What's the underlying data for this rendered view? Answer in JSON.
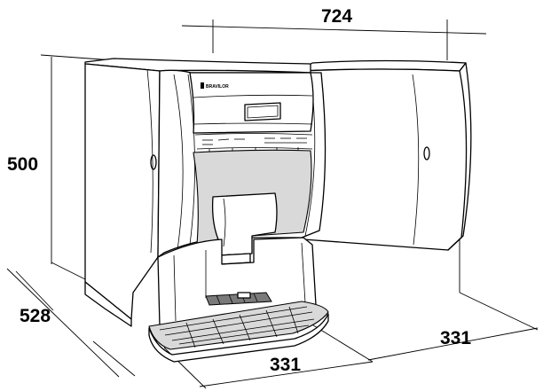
{
  "dimensions": {
    "width_total": "724",
    "height": "500",
    "depth": "528",
    "width_machine": "331",
    "width_unit": "331"
  },
  "logo": {
    "text": "BRAVILOR"
  },
  "colors": {
    "line": "#000000",
    "shade": "#d9d9d9",
    "background": "#ffffff"
  }
}
